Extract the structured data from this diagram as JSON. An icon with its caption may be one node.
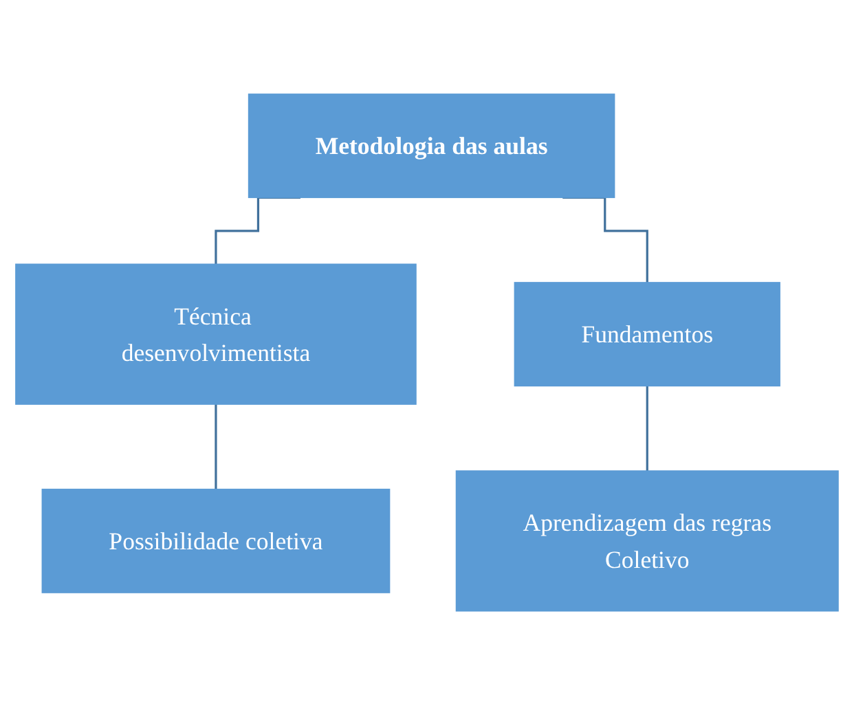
{
  "diagram": {
    "nodes": [
      {
        "text": [
          "Metodologia das aulas"
        ]
      },
      {
        "text": [
          "Técnica desenvolvimentista"
        ]
      },
      {
        "text": [
          "Fundamentos"
        ]
      },
      {
        "text": [
          "Possibilidade coletiva"
        ]
      },
      {
        "text": [
          "Aprendizagem das regras",
          "Coletivo"
        ]
      }
    ],
    "edges": [
      {
        "from": 0,
        "to": 1,
        "arrow": "none"
      },
      {
        "from": 0,
        "to": 2,
        "arrow": "none"
      },
      {
        "from": 1,
        "to": 3,
        "arrow": "none"
      },
      {
        "from": 2,
        "to": 4,
        "arrow": "none"
      }
    ]
  }
}
